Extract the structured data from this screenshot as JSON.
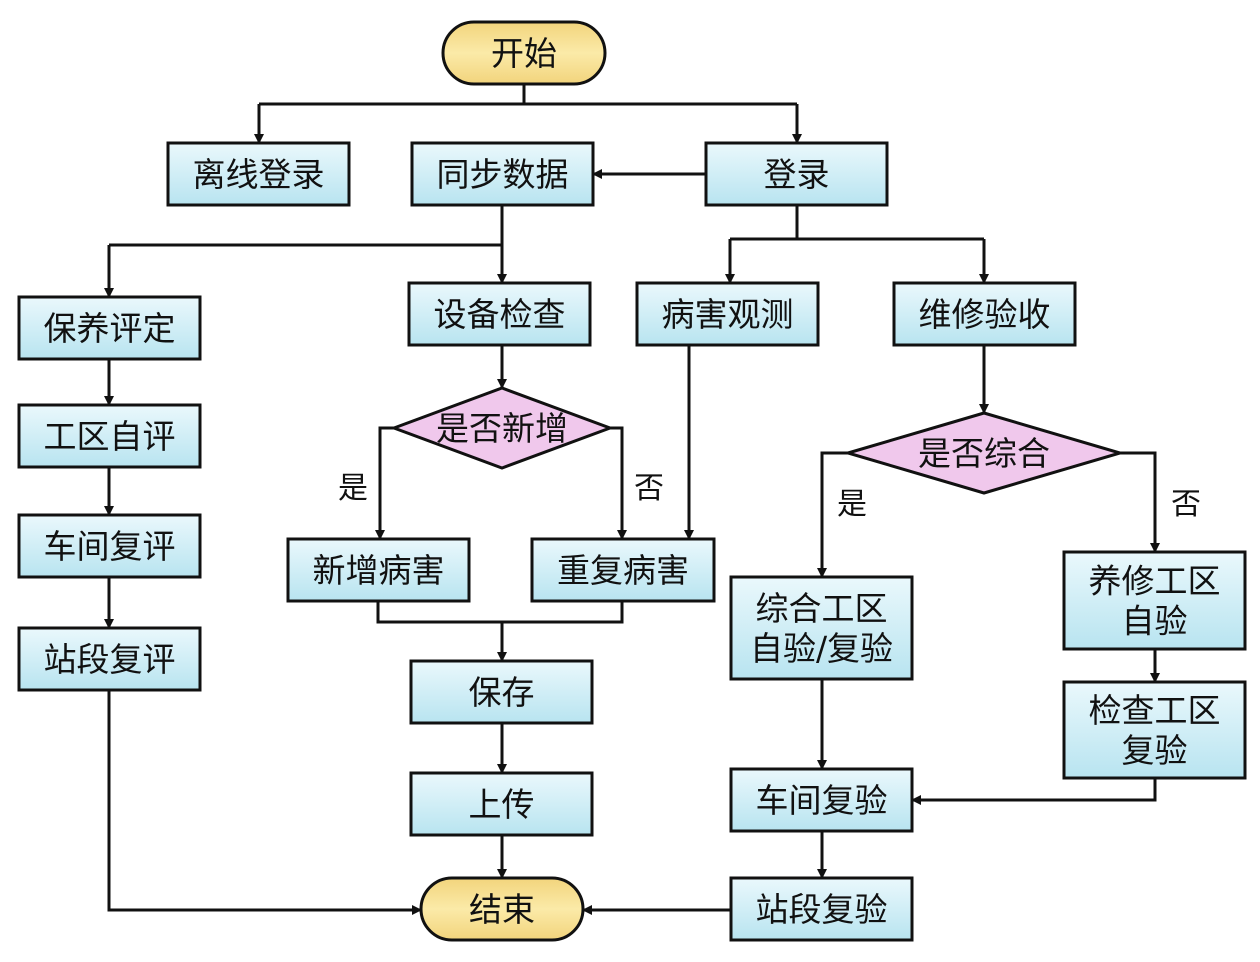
{
  "colors": {
    "process_top": "#eaf8fc",
    "process_bottom": "#b8e4f0",
    "terminal_top": "#fbeaa8",
    "terminal_bottom": "#f2d47c",
    "decision": "#f0c8ec",
    "stroke": "#111111"
  },
  "nodes": {
    "start": {
      "label": [
        "开始"
      ],
      "shape": "terminal"
    },
    "offline_login": {
      "label": [
        "离线登录"
      ],
      "shape": "process"
    },
    "sync_data": {
      "label": [
        "同步数据"
      ],
      "shape": "process"
    },
    "login": {
      "label": [
        "登录"
      ],
      "shape": "process"
    },
    "maintenance_rating": {
      "label": [
        "保养评定"
      ],
      "shape": "process"
    },
    "equipment_check": {
      "label": [
        "设备检查"
      ],
      "shape": "process"
    },
    "disease_observation": {
      "label": [
        "病害观测"
      ],
      "shape": "process"
    },
    "repair_acceptance": {
      "label": [
        "维修验收"
      ],
      "shape": "process"
    },
    "is_new": {
      "label": [
        "是否新增"
      ],
      "shape": "decision"
    },
    "is_comprehensive": {
      "label": [
        "是否综合"
      ],
      "shape": "decision"
    },
    "work_area_self_rating": {
      "label": [
        "工区自评"
      ],
      "shape": "process"
    },
    "workshop_re_rating": {
      "label": [
        "车间复评"
      ],
      "shape": "process"
    },
    "station_re_rating": {
      "label": [
        "站段复评"
      ],
      "shape": "process"
    },
    "new_disease": {
      "label": [
        "新增病害"
      ],
      "shape": "process"
    },
    "repeat_disease": {
      "label": [
        "重复病害"
      ],
      "shape": "process"
    },
    "save": {
      "label": [
        "保存"
      ],
      "shape": "process"
    },
    "upload": {
      "label": [
        "上传"
      ],
      "shape": "process"
    },
    "end": {
      "label": [
        "结束"
      ],
      "shape": "terminal"
    },
    "comprehensive_area_check": {
      "label": [
        "综合工区",
        "自验/复验"
      ],
      "shape": "process"
    },
    "maintenance_area_self_check": {
      "label": [
        "养修工区",
        "自验"
      ],
      "shape": "process"
    },
    "inspection_area_recheck": {
      "label": [
        "检查工区",
        "复验"
      ],
      "shape": "process"
    },
    "workshop_recheck": {
      "label": [
        "车间复验"
      ],
      "shape": "process"
    },
    "station_recheck": {
      "label": [
        "站段复验"
      ],
      "shape": "process"
    }
  },
  "edge_labels": {
    "is_new_yes": "是",
    "is_new_no": "否",
    "is_comprehensive_yes": "是",
    "is_comprehensive_no": "否"
  }
}
